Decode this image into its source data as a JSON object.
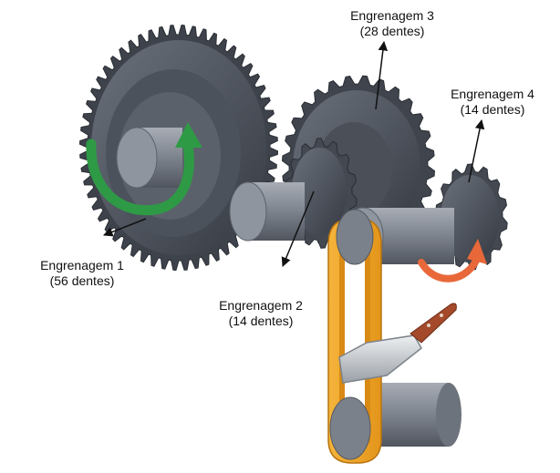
{
  "labels": {
    "gear1": {
      "name": "Engrenagem 1",
      "teeth": "(56 dentes)"
    },
    "gear2": {
      "name": "Engrenagem 2",
      "teeth": "(14 dentes)"
    },
    "gear3": {
      "name": "Engrenagem 3",
      "teeth": "(28 dentes)"
    },
    "gear4": {
      "name": "Engrenagem 4",
      "teeth": "(14 dentes)"
    }
  },
  "colors": {
    "gear_dark": "#3d424b",
    "gear_mid": "#5a606b",
    "gear_light": "#8d939e",
    "shaft": "#7d838d",
    "belt": "#f2a322",
    "arrow_green": "#2e9a45",
    "arrow_orange": "#e8683a",
    "knife_blade": "#c9cdd2",
    "knife_handle": "#a4492a"
  },
  "icons": {
    "rotation_gear1": "green-curved-arrow-icon",
    "rotation_gear4": "orange-curved-arrow-icon",
    "knife": "knife-icon"
  }
}
